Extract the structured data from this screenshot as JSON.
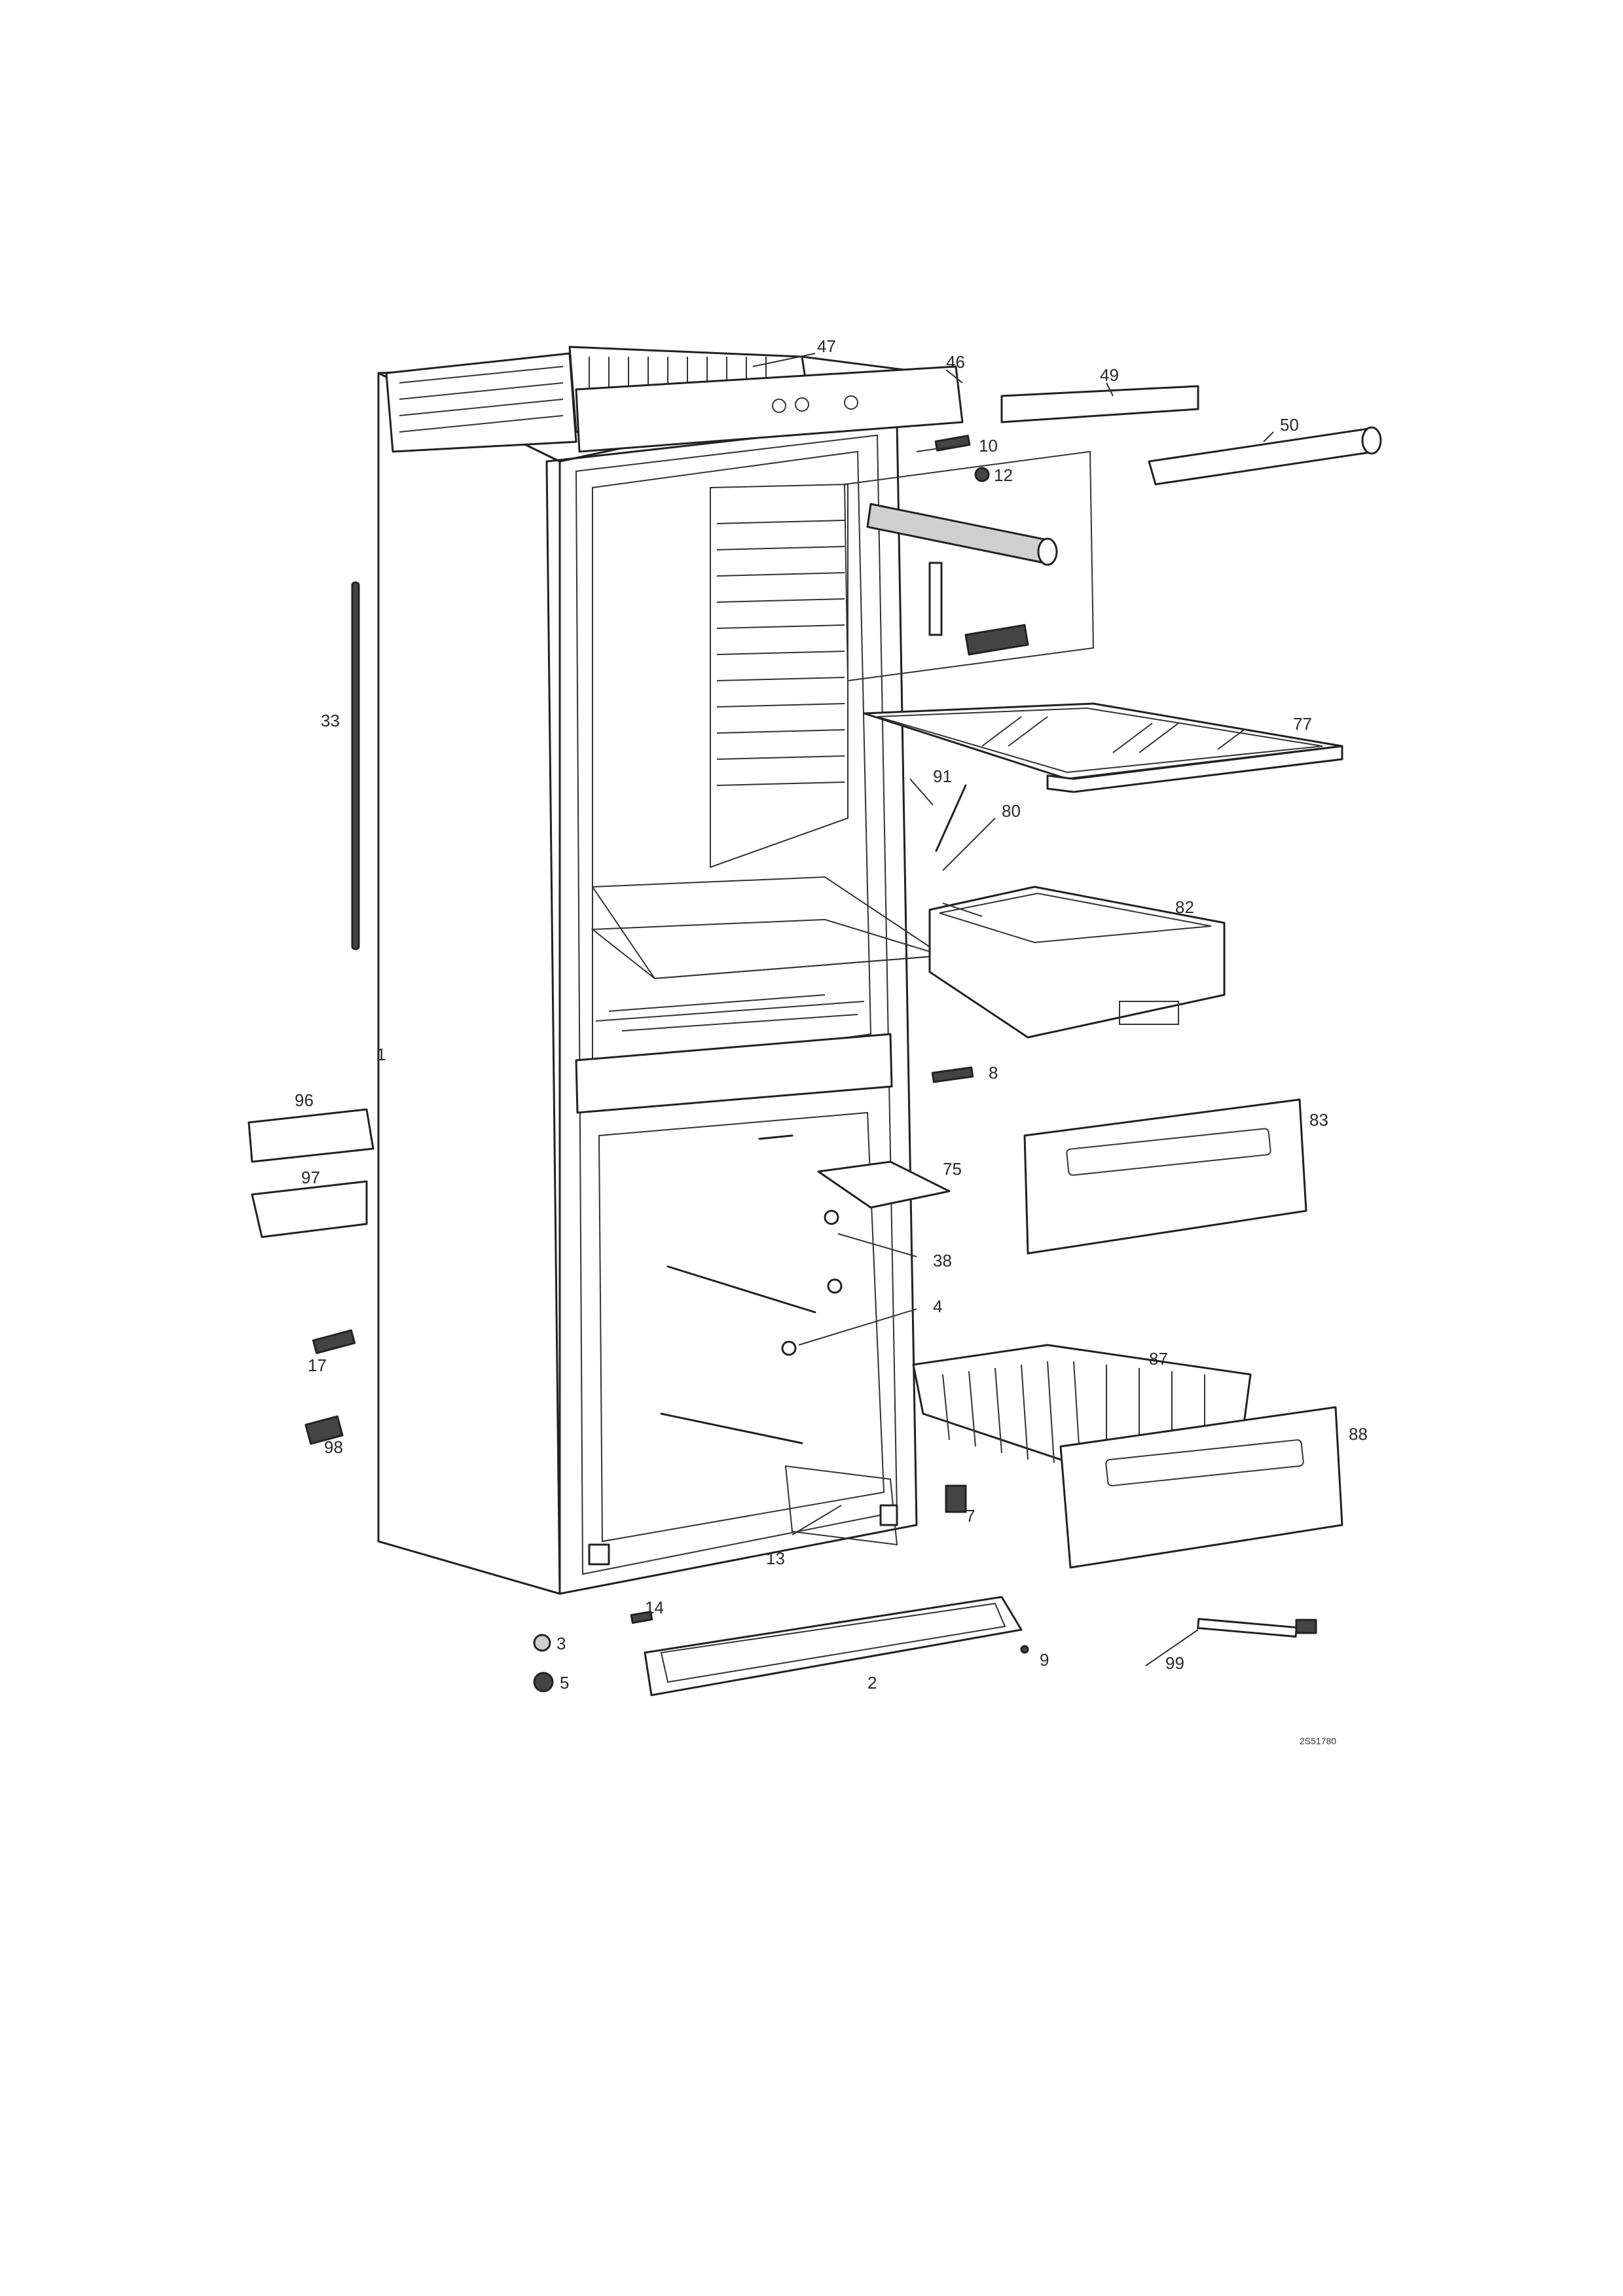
{
  "diagram": {
    "drawing_code": "2S51780",
    "callouts": [
      {
        "id": "c47",
        "text": "47"
      },
      {
        "id": "c46",
        "text": "46"
      },
      {
        "id": "c49",
        "text": "49"
      },
      {
        "id": "c50",
        "text": "50"
      },
      {
        "id": "c10",
        "text": "10"
      },
      {
        "id": "c12",
        "text": "12"
      },
      {
        "id": "c33",
        "text": "33"
      },
      {
        "id": "c77",
        "text": "77"
      },
      {
        "id": "c91",
        "text": "91"
      },
      {
        "id": "c80",
        "text": "80"
      },
      {
        "id": "c82",
        "text": "82"
      },
      {
        "id": "c1",
        "text": "1"
      },
      {
        "id": "c8",
        "text": "8"
      },
      {
        "id": "c96",
        "text": "96"
      },
      {
        "id": "c83",
        "text": "83"
      },
      {
        "id": "c97",
        "text": "97"
      },
      {
        "id": "c75",
        "text": "75"
      },
      {
        "id": "c38",
        "text": "38"
      },
      {
        "id": "c4",
        "text": "4"
      },
      {
        "id": "c17",
        "text": "17"
      },
      {
        "id": "c87",
        "text": "87"
      },
      {
        "id": "c98",
        "text": "98"
      },
      {
        "id": "c88",
        "text": "88"
      },
      {
        "id": "c7",
        "text": "7"
      },
      {
        "id": "c13",
        "text": "13"
      },
      {
        "id": "c14",
        "text": "14"
      },
      {
        "id": "c3",
        "text": "3"
      },
      {
        "id": "c9",
        "text": "9"
      },
      {
        "id": "c99",
        "text": "99"
      },
      {
        "id": "c5",
        "text": "5"
      },
      {
        "id": "c2",
        "text": "2"
      }
    ]
  }
}
